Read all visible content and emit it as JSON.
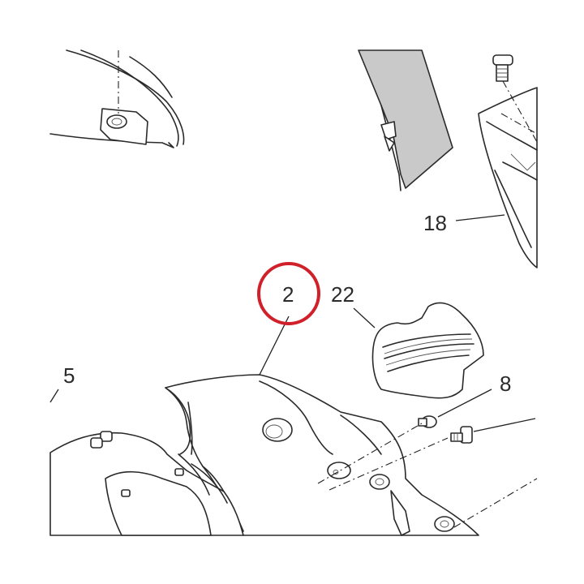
{
  "diagram": {
    "callouts": {
      "c2": "2",
      "c22": "22",
      "c5": "5",
      "c8": "8",
      "c18": "18"
    },
    "colors": {
      "highlight": "#d0202a",
      "line": "#2a2a2a",
      "panel_gray": "#c9c9c9"
    }
  }
}
